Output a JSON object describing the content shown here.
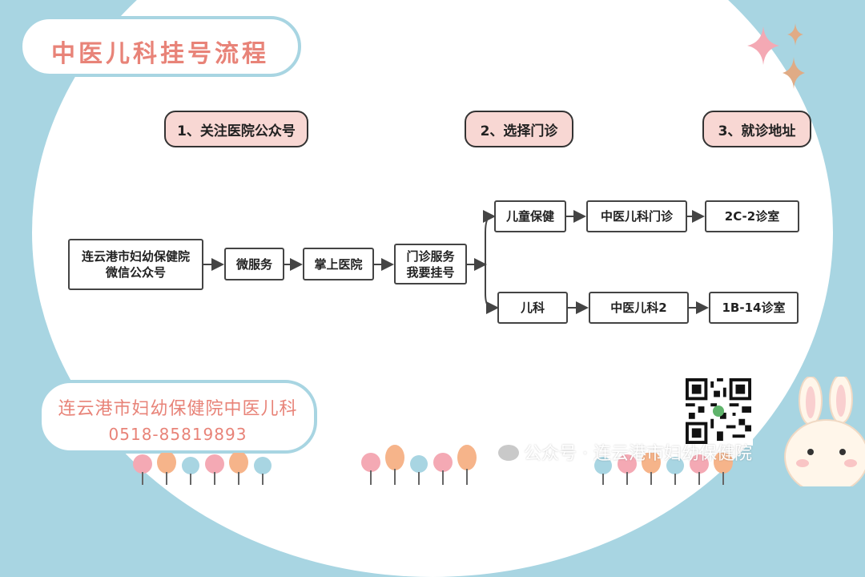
{
  "title": "中医儿科挂号流程",
  "steps": [
    "1、关注医院公众号",
    "2、选择门诊",
    "3、就诊地址"
  ],
  "nodes": {
    "account_line1": "连云港市妇幼保健院",
    "account_line2": "微信公众号",
    "micro_service": "微服务",
    "mobile_hospital": "掌上医院",
    "clinic_line1": "门诊服务",
    "clinic_line2": "我要挂号",
    "child_health": "儿童保健",
    "tcm_pediatric_clinic": "中医儿科门诊",
    "room_2c2": "2C-2诊室",
    "pediatrics": "儿科",
    "tcm_pediatrics_2": "中医儿科2",
    "room_1b14": "1B-14诊室"
  },
  "footer": {
    "name": "连云港市妇幼保健院中医儿科",
    "phone": "0518-85819893"
  },
  "watermark": "公众号 · 连云港市妇幼保健院",
  "colors": {
    "background": "#a8d5e2",
    "accent_text": "#e88378",
    "step_fill": "#f8d7d3"
  }
}
